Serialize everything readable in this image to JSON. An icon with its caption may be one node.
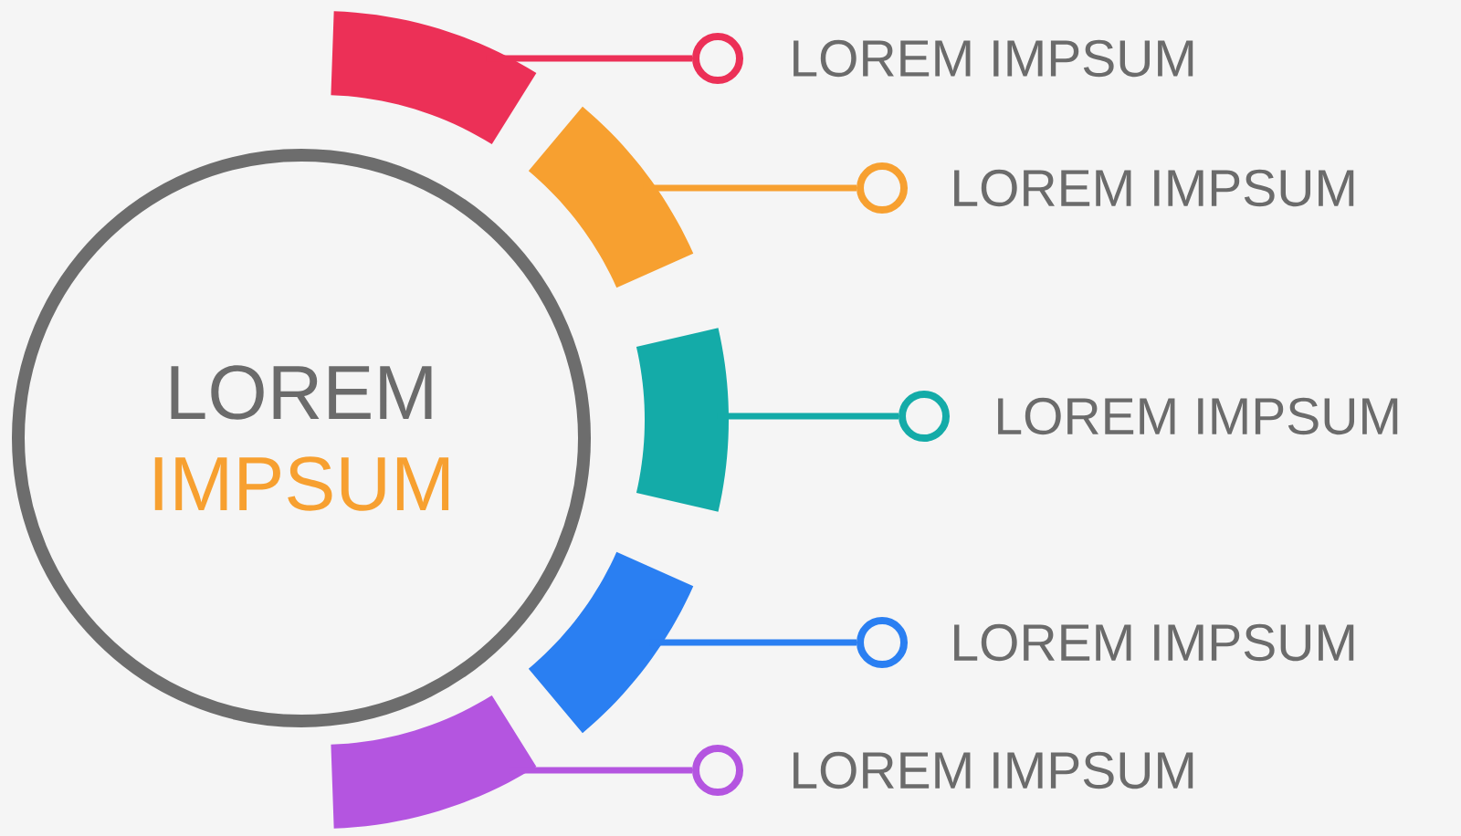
{
  "diagram": {
    "nodes": [
      {
        "text": [
          "LOREM",
          "IMPSUM"
        ]
      },
      {
        "text": [],
        "shape": "bar"
      },
      {
        "text": [],
        "shape": "bar"
      },
      {
        "text": [],
        "shape": "bar"
      },
      {
        "text": [],
        "shape": "bar"
      },
      {
        "text": [],
        "shape": "bar"
      },
      {
        "text": [],
        "shape": "circle",
        "beside": [
          "LOREM IMPSUM"
        ]
      },
      {
        "text": [],
        "shape": "circle",
        "beside": [
          "LOREM IMPSUM"
        ]
      },
      {
        "text": [],
        "shape": "circle",
        "beside": [
          "LOREM IMPSUM"
        ]
      },
      {
        "text": [],
        "shape": "circle",
        "beside": [
          "LOREM IMPSUM"
        ]
      },
      {
        "text": [],
        "shape": "circle",
        "beside": [
          "LOREM IMPSUM"
        ]
      }
    ],
    "edges": [
      {
        "from": 1,
        "to": 6,
        "arrow": "none",
        "color": "#ec3057"
      },
      {
        "from": 2,
        "to": 7,
        "arrow": "none",
        "color": "#f7a030"
      },
      {
        "from": 3,
        "to": 8,
        "arrow": "none",
        "color": "#14aba8"
      },
      {
        "from": 4,
        "to": 9,
        "arrow": "none",
        "color": "#2a7ff2"
      },
      {
        "from": 5,
        "to": 10,
        "arrow": "none",
        "color": "#b455e0"
      }
    ]
  }
}
